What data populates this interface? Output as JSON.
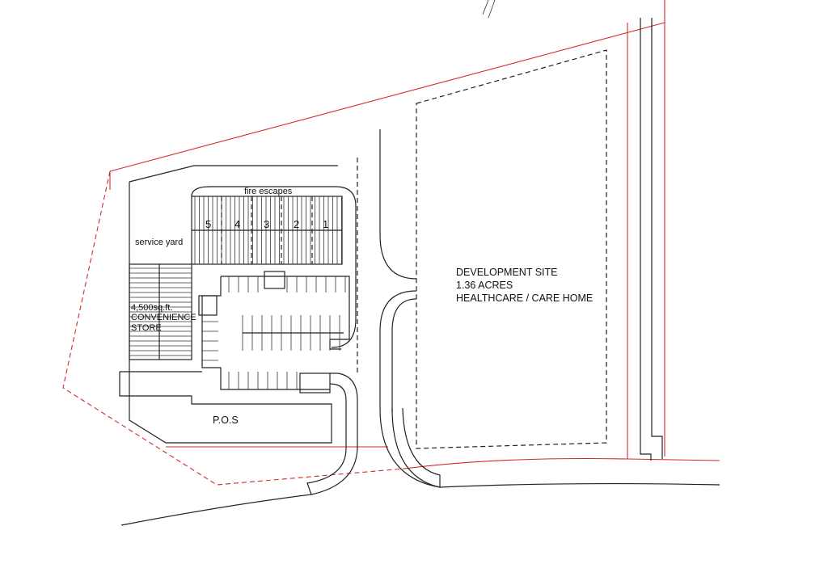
{
  "labels": {
    "fire_escapes": "fire escapes",
    "service_yard": "service yard",
    "store_line1": "4,500sq.ft.",
    "store_line2": "CONVENIENCE",
    "store_line3": "STORE",
    "pos": "P.O.S",
    "dev_line1": "DEVELOPMENT SITE",
    "dev_line2": "1.36 ACRES",
    "dev_line3": "HEALTHCARE / CARE HOME"
  },
  "units": [
    "5",
    "4",
    "3",
    "2",
    "1"
  ],
  "colors": {
    "boundary": "#d42a2a",
    "linework": "#222222"
  }
}
